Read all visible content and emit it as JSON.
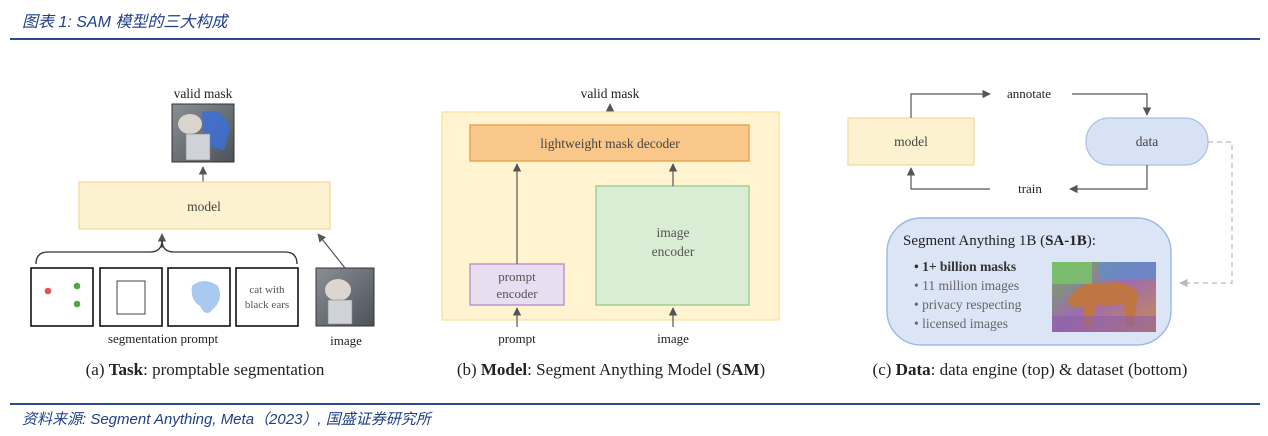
{
  "header": {
    "title": "图表 1:  SAM 模型的三大构成"
  },
  "footer": {
    "source": "资料来源:  Segment Anything,  Meta（2023）,  国盛证券研究所"
  },
  "colors": {
    "accent": "#2c4a8c",
    "model_fill": "#fdf2d0",
    "model_stroke": "#f2d79a",
    "panel_fill": "#fff4cf",
    "decoder_fill": "#f9c78a",
    "decoder_stroke": "#e9a04d",
    "prompt_fill": "#e9ddf2",
    "prompt_stroke": "#b88fd1",
    "encoder_fill": "#d9ecd4",
    "encoder_stroke": "#9ccc92",
    "data_fill": "#d7e2f5",
    "data_stroke": "#a9bfe8",
    "dataset_fill": "#dbe5f6",
    "dataset_stroke": "#9db6e6",
    "arrow": "#555555"
  },
  "panel_a": {
    "top_label": "valid mask",
    "model_label": "model",
    "prompt_text_line1": "cat with",
    "prompt_text_line2": "black ears",
    "prompts_label": "segmentation prompt",
    "image_label": "image",
    "caption_prefix": "(a) ",
    "caption_bold": "Task",
    "caption_rest": ": promptable segmentation"
  },
  "panel_b": {
    "top_label": "valid mask",
    "decoder_label": "lightweight mask decoder",
    "prompt_encoder_line1": "prompt",
    "prompt_encoder_line2": "encoder",
    "image_encoder_line1": "image",
    "image_encoder_line2": "encoder",
    "prompt_label": "prompt",
    "image_label": "image",
    "caption_prefix": "(b) ",
    "caption_bold": "Model",
    "caption_mid": ": Segment Anything Model (",
    "caption_bold2": "SAM",
    "caption_end": ")"
  },
  "panel_c": {
    "model_label": "model",
    "data_label": "data",
    "annotate_label": "annotate",
    "train_label": "train",
    "dataset_title_pre": "Segment Anything 1B (",
    "dataset_title_bold": "SA-1B",
    "dataset_title_end": "):",
    "bullet_1": "• 1+ billion masks",
    "bullet_2": "• 11 million images",
    "bullet_3": "• privacy respecting",
    "bullet_4": "• licensed images",
    "caption_prefix": "(c) ",
    "caption_bold": "Data",
    "caption_rest": ": data engine (top) & dataset (bottom)"
  }
}
